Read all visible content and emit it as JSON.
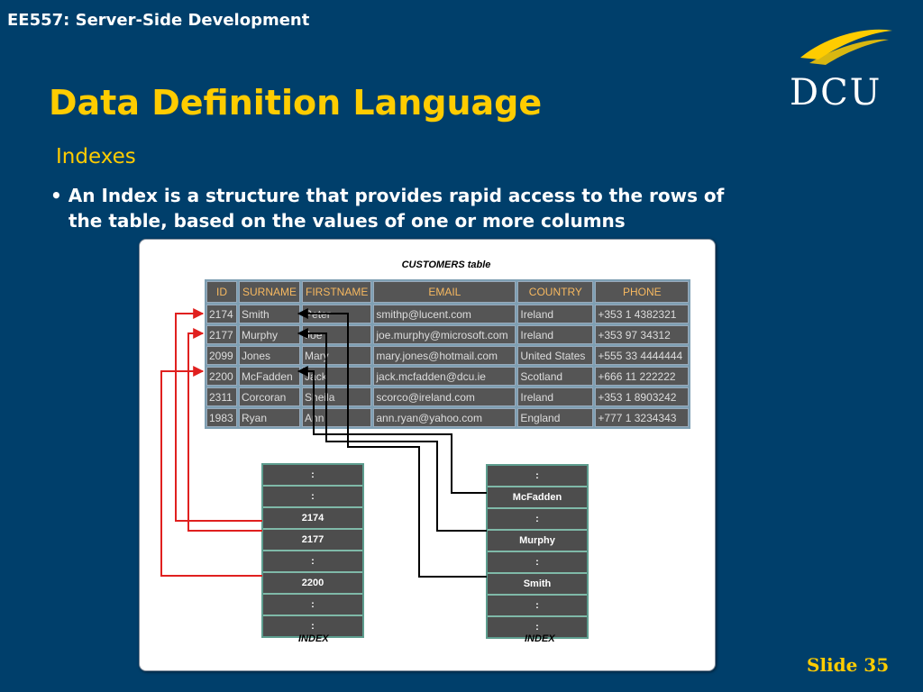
{
  "header": {
    "course": "EE557: Server-Side Development"
  },
  "title": "Data Definition Language",
  "subtitle": "Indexes",
  "bullet": {
    "marker": "•",
    "line1": "An Index is a structure that provides rapid access to the rows of",
    "line2": "the table, based on the values of one or more columns"
  },
  "logo": {
    "text": "DCU",
    "icon": "dcu-logo-swoosh"
  },
  "footer": {
    "slide_label": "Slide 35"
  },
  "figure": {
    "table_title": "CUSTOMERS table",
    "columns": [
      "ID",
      "SURNAME",
      "FIRSTNAME",
      "EMAIL",
      "COUNTRY",
      "PHONE"
    ],
    "rows": [
      [
        "2174",
        "Smith",
        "Peter",
        "smithp@lucent.com",
        "Ireland",
        "+353 1 4382321"
      ],
      [
        "2177",
        "Murphy",
        "Joe",
        "joe.murphy@microsoft.com",
        "Ireland",
        "+353 97 34312"
      ],
      [
        "2099",
        "Jones",
        "Mary",
        "mary.jones@hotmail.com",
        "United States",
        "+555 33 4444444"
      ],
      [
        "2200",
        "McFadden",
        "Jack",
        "jack.mcfadden@dcu.ie",
        "Scotland",
        "+666 11 222222"
      ],
      [
        "2311",
        "Corcoran",
        "Sheila",
        "scorco@ireland.com",
        "Ireland",
        "+353 1 8903242"
      ],
      [
        "1983",
        "Ryan",
        "Ann",
        "ann.ryan@yahoo.com",
        "England",
        "+777 1 3234343"
      ]
    ],
    "index_left": [
      ":",
      ":",
      "2174",
      "2177",
      ":",
      "2200",
      ":",
      ":"
    ],
    "index_right": [
      ":",
      "McFadden",
      ":",
      "Murphy",
      ":",
      "Smith",
      ":",
      ":"
    ],
    "index_caption": "INDEX",
    "colors": {
      "left_arrows": "#e0201f",
      "right_arrows": "#000000"
    }
  }
}
